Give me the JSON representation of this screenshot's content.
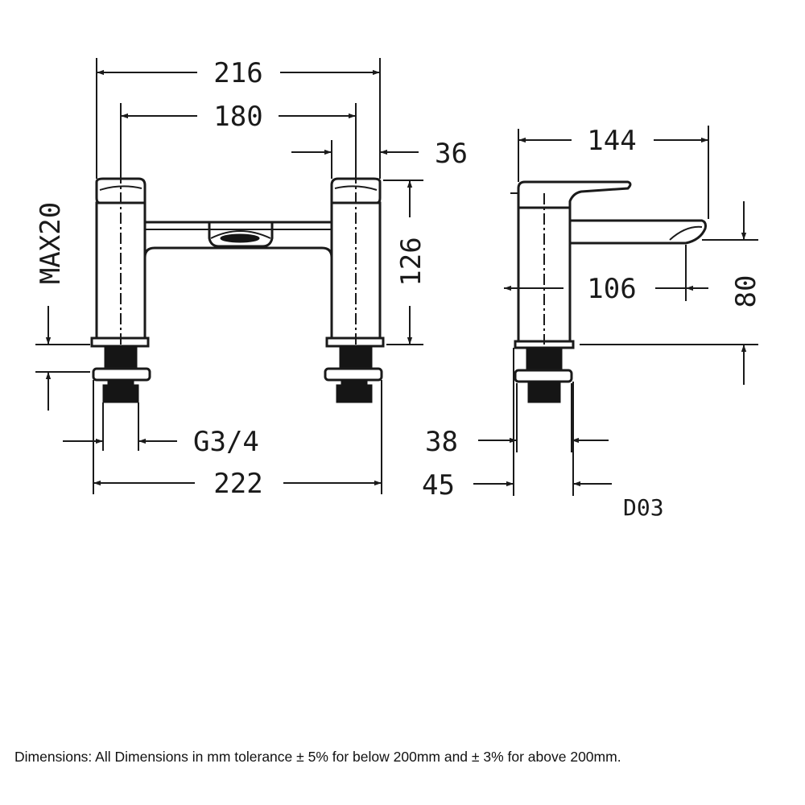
{
  "dimensions": {
    "overall_width": "216",
    "inlet_centres": "180",
    "handle_offset": "36",
    "body_height": "126",
    "deck_thickness": "MAX20",
    "thread": "G3/4",
    "base_span": "222",
    "projection": "144",
    "spout_reach": "106",
    "spout_height": "80",
    "shank_diameter": "38",
    "base_diameter": "45"
  },
  "drawing_code": "D03",
  "footnote": "Dimensions: All Dimensions in mm tolerance ± 5% for below 200mm and ± 3% for above 200mm.",
  "colors": {
    "line": "#1a1a1a",
    "background": "#ffffff"
  }
}
